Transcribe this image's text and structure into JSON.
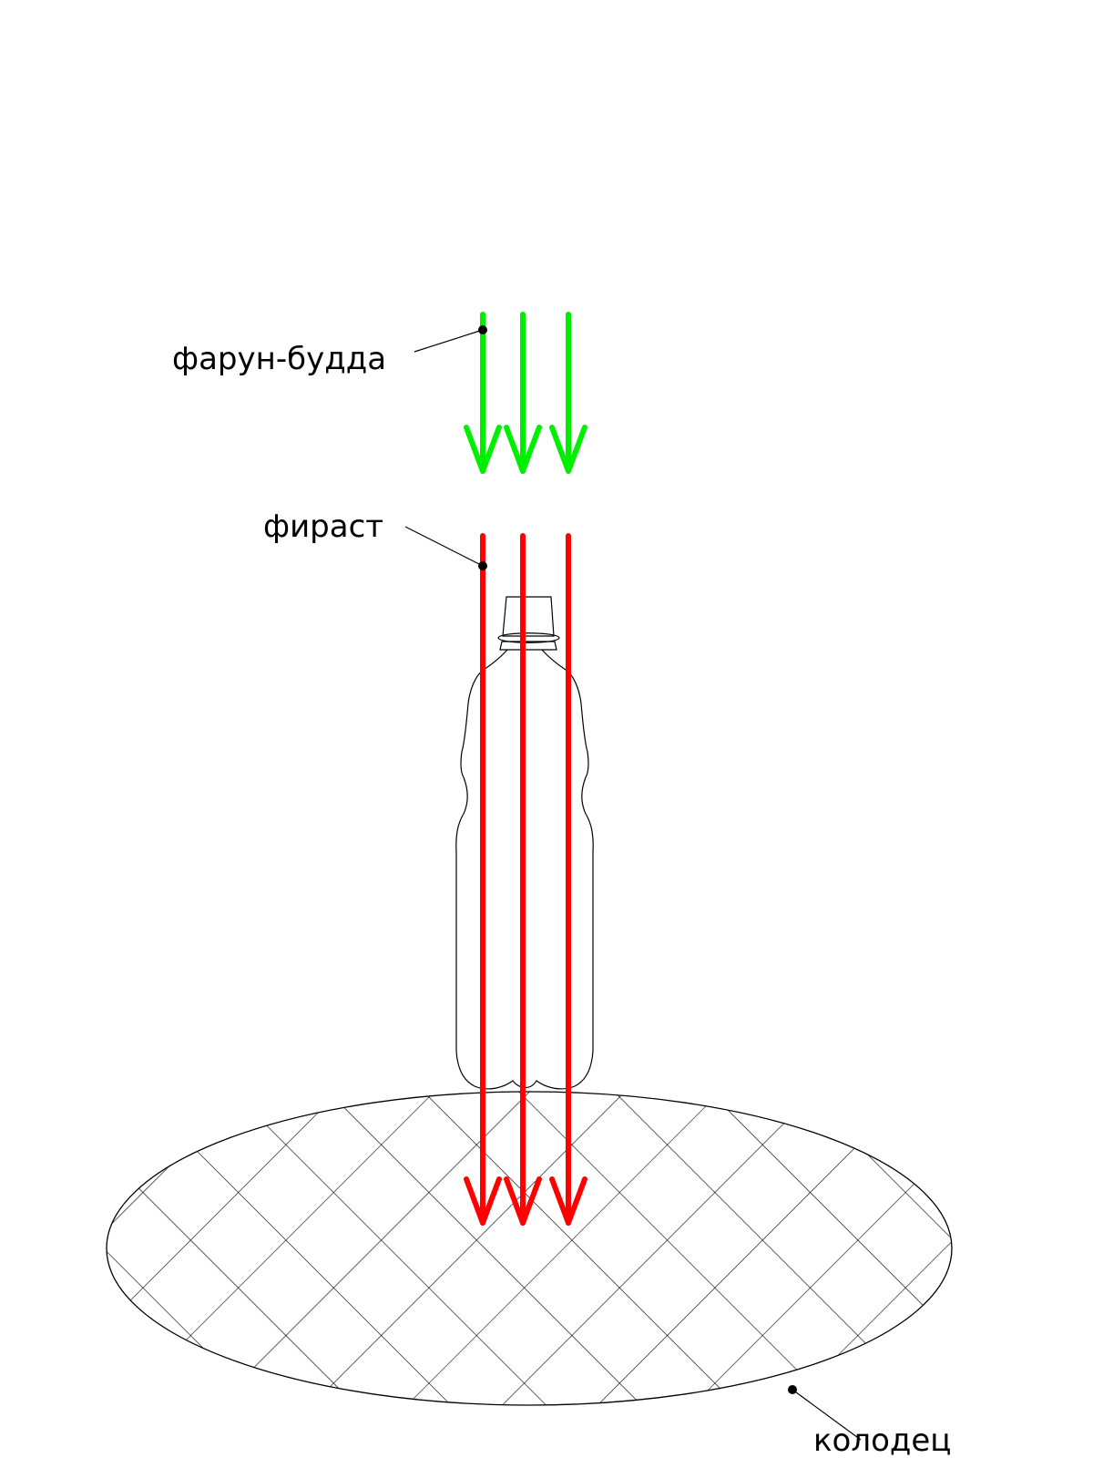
{
  "labels": {
    "green_arrows": "фарун-будда",
    "red_arrows": "фираст",
    "well": "колодец"
  },
  "colors": {
    "green_arrows": "#00ee00",
    "red_arrows": "#ff0000",
    "outline": "#000000",
    "background": "#ffffff"
  },
  "objects": {
    "bottle": "bottle-outline",
    "well": "crosshatched-ellipse"
  }
}
